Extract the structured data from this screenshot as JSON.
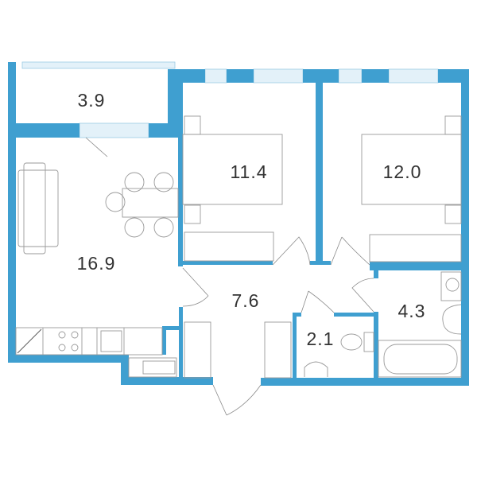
{
  "plan": {
    "wall_color": "#3f9fd0",
    "rooms": [
      {
        "id": "balcony",
        "area": "3.9"
      },
      {
        "id": "bedroom-1",
        "area": "11.4"
      },
      {
        "id": "bedroom-2",
        "area": "12.0"
      },
      {
        "id": "living-kitchen",
        "area": "16.9"
      },
      {
        "id": "hallway",
        "area": "7.6"
      },
      {
        "id": "toilet",
        "area": "2.1"
      },
      {
        "id": "bathroom",
        "area": "4.3"
      }
    ]
  }
}
